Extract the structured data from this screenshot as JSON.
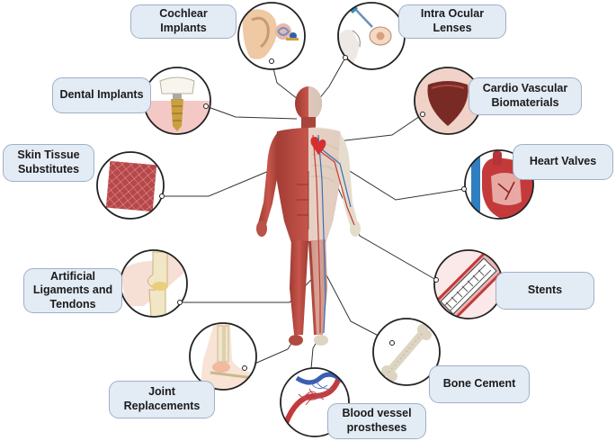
{
  "labels": {
    "cochlear": "Cochlear Implants",
    "ocular": "Intra Ocular Lenses",
    "dental": "Dental Implants",
    "cardio": "Cardio Vascular Biomaterials",
    "skin": "Skin Tissue Substitutes",
    "heart": "Heart Valves",
    "ligament": "Artificial Ligaments and Tendons",
    "stents": "Stents",
    "bone": "Bone Cement",
    "joint": "Joint Replacements",
    "vessel": "Blood vessel prostheses"
  },
  "colors": {
    "label_fill": "#e3ebf5",
    "label_border": "#9fb0c6",
    "muscle": "#b8473f",
    "skeleton": "#e8e2d3",
    "artery": "#c43a3a",
    "vein": "#3a6fb8",
    "connector": "#333333"
  }
}
